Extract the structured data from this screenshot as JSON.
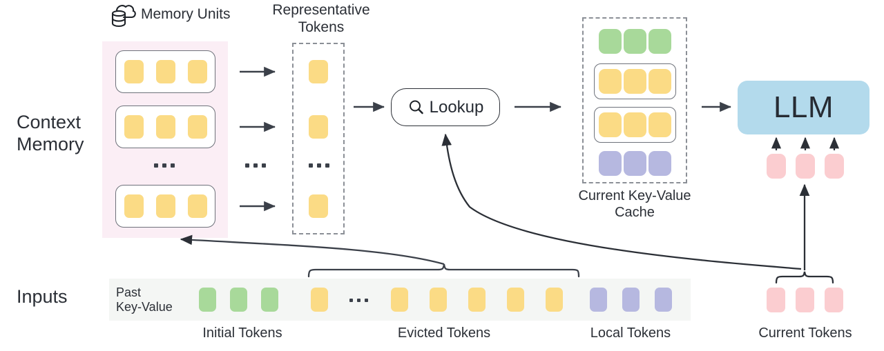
{
  "diagram": {
    "title_memory_units": "Memory Units",
    "title_representative_tokens": "Representative\nTokens",
    "row_label_context_memory": "Context\nMemory",
    "row_label_inputs": "Inputs",
    "lookup_label": "Lookup",
    "lookup_icon": "search-icon",
    "memory_units_icon": "cloud-database-icon",
    "kv_cache_caption": "Current Key-Value\nCache",
    "llm_label": "LLM",
    "past_kv_label": "Past\nKey-Value",
    "ellipsis": "..."
  },
  "colors": {
    "token_yellow": "#fbdb85",
    "token_green": "#a8d99a",
    "token_purple": "#b6b8e0",
    "token_pink": "#fbcdd0",
    "llm_blue": "#b3daec",
    "context_memory_panel": "#fbeef5",
    "inputs_strip": "#f4f6f4",
    "stroke_dark": "#2b2f36",
    "stroke_gray": "#6d717a",
    "dash_gray": "#8b8f96"
  },
  "context_memory": {
    "units": [
      {
        "name": "memory-unit-1",
        "tokens": [
          "yellow",
          "yellow",
          "yellow"
        ]
      },
      {
        "name": "memory-unit-2",
        "tokens": [
          "yellow",
          "yellow",
          "yellow"
        ]
      },
      {
        "name": "memory-unit-n",
        "tokens": [
          "yellow",
          "yellow",
          "yellow"
        ]
      }
    ],
    "unit_ellipsis": "..."
  },
  "representative_tokens": {
    "tokens": [
      "yellow",
      "yellow",
      "yellow"
    ],
    "ellipsis": "..."
  },
  "arrow_ellipsis": "...",
  "kv_cache": {
    "rows": [
      {
        "name": "kv-row-initial",
        "color": "green",
        "boxed": false,
        "count": 3
      },
      {
        "name": "kv-row-retrieved-1",
        "color": "yellow",
        "boxed": true,
        "count": 3
      },
      {
        "name": "kv-row-retrieved-2",
        "color": "yellow",
        "boxed": true,
        "count": 3
      },
      {
        "name": "kv-row-local",
        "color": "purple",
        "boxed": false,
        "count": 3
      }
    ]
  },
  "llm": {
    "label": "LLM",
    "input_tokens": [
      "pink",
      "pink",
      "pink"
    ]
  },
  "inputs": {
    "past_key_value_label": "Past\nKey-Value",
    "ellipsis": "...",
    "groups": [
      {
        "name": "initial-tokens",
        "caption": "Initial Tokens",
        "color": "green",
        "count": 3
      },
      {
        "name": "evicted-tokens",
        "caption": "Evicted Tokens",
        "color": "yellow",
        "count": 6
      },
      {
        "name": "local-tokens",
        "caption": "Local Tokens",
        "color": "purple",
        "count": 3
      },
      {
        "name": "current-tokens",
        "caption": "Current Tokens",
        "color": "pink",
        "count": 3
      }
    ]
  },
  "captions": {
    "initial_tokens": "Initial Tokens",
    "evicted_tokens": "Evicted Tokens",
    "local_tokens": "Local Tokens",
    "current_tokens": "Current Tokens"
  }
}
